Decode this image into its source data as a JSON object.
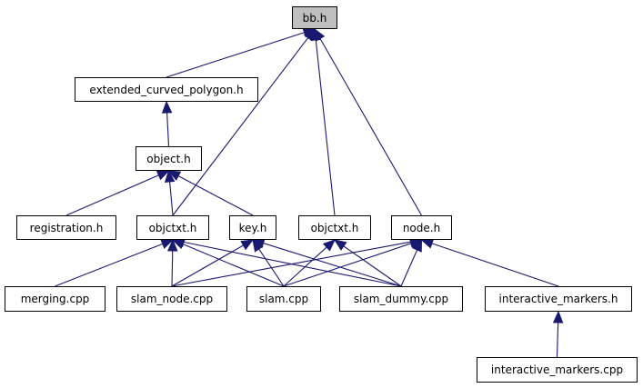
{
  "colors": {
    "edge": "#191970",
    "node_border": "#000000",
    "highlight": "#bfbfbf"
  },
  "diagram": {
    "nodes": [
      {
        "id": "bb",
        "label": "bb.h",
        "highlight": true
      },
      {
        "id": "ecp",
        "label": "extended_curved_polygon.h"
      },
      {
        "id": "object",
        "label": "object.h"
      },
      {
        "id": "registration",
        "label": "registration.h"
      },
      {
        "id": "objctxt1",
        "label": "objctxt.h"
      },
      {
        "id": "key",
        "label": "key.h"
      },
      {
        "id": "objctxt2",
        "label": "objctxt.h"
      },
      {
        "id": "nodeh",
        "label": "node.h"
      },
      {
        "id": "merging",
        "label": "merging.cpp"
      },
      {
        "id": "slam_node",
        "label": "slam_node.cpp"
      },
      {
        "id": "slam",
        "label": "slam.cpp"
      },
      {
        "id": "slam_dummy",
        "label": "slam_dummy.cpp"
      },
      {
        "id": "im_h",
        "label": "interactive_markers.h"
      },
      {
        "id": "im_cpp",
        "label": "interactive_markers.cpp"
      }
    ],
    "edges": [
      {
        "from": "ecp",
        "to": "bb"
      },
      {
        "from": "objctxt1",
        "to": "bb"
      },
      {
        "from": "objctxt2",
        "to": "bb"
      },
      {
        "from": "nodeh",
        "to": "bb"
      },
      {
        "from": "object",
        "to": "ecp"
      },
      {
        "from": "registration",
        "to": "object"
      },
      {
        "from": "objctxt1",
        "to": "object"
      },
      {
        "from": "key",
        "to": "object"
      },
      {
        "from": "merging",
        "to": "objctxt1"
      },
      {
        "from": "slam_node",
        "to": "objctxt1"
      },
      {
        "from": "slam",
        "to": "objctxt1"
      },
      {
        "from": "slam_dummy",
        "to": "objctxt1"
      },
      {
        "from": "slam_node",
        "to": "key"
      },
      {
        "from": "slam",
        "to": "key"
      },
      {
        "from": "slam_dummy",
        "to": "key"
      },
      {
        "from": "slam",
        "to": "objctxt2"
      },
      {
        "from": "slam_dummy",
        "to": "objctxt2"
      },
      {
        "from": "slam_node",
        "to": "nodeh"
      },
      {
        "from": "slam",
        "to": "nodeh"
      },
      {
        "from": "slam_dummy",
        "to": "nodeh"
      },
      {
        "from": "im_h",
        "to": "nodeh"
      },
      {
        "from": "im_cpp",
        "to": "im_h"
      }
    ]
  }
}
